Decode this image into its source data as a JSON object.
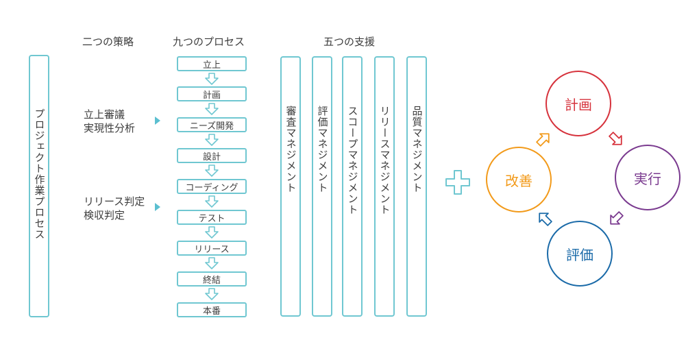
{
  "headings": {
    "strategies": "二つの策略",
    "processes": "九つのプロセス",
    "support": "五つの支援"
  },
  "project_process": "プロジェクト作業プロセス",
  "strategies": [
    "立上審議\n実現性分析",
    "リリース判定\n検収判定"
  ],
  "steps": [
    "立上",
    "計画",
    "ニーズ開発",
    "設計",
    "コーディング",
    "テスト",
    "リリース",
    "終結",
    "本番"
  ],
  "support": [
    "審査マネジメント",
    "評価マネジメント",
    "スコープマネジメント",
    "リリースマネジメント",
    "品質マネジメント"
  ],
  "cycle": {
    "plan": "計画",
    "do": "実行",
    "check": "評価",
    "act": "改善"
  },
  "colors": {
    "accent": "#6fc7d1",
    "plan": "#d6323c",
    "do": "#7a3a8f",
    "check": "#1a6aa8",
    "act": "#f29a1a"
  }
}
